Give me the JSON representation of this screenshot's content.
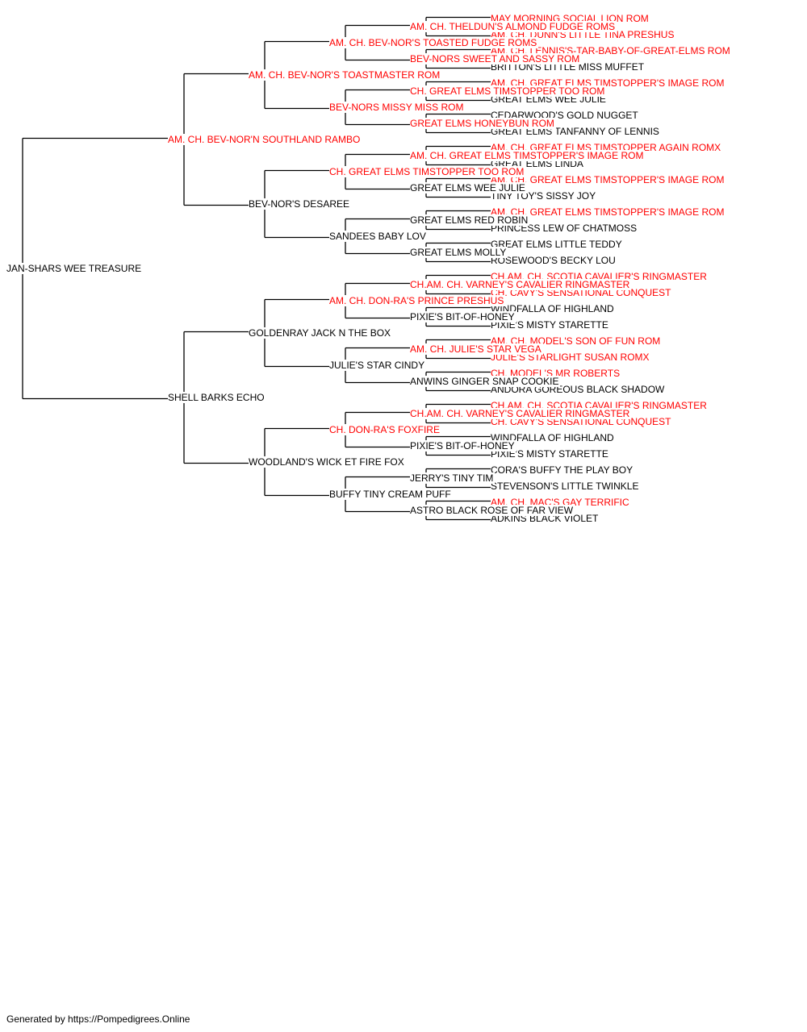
{
  "subject": "JAN-SHARS WEE TREASURE",
  "footer": "Generated by https://Pompedigrees.Online",
  "colors": {
    "champion": "#ff0000",
    "regular": "#000000",
    "line": "#000000",
    "background": "#ffffff"
  },
  "generations": {
    "parents": [
      {
        "name": "AM. CH. BEV-NOR'N SOUTHLAND RAMBO",
        "champion": true
      },
      {
        "name": "SHELL BARKS ECHO",
        "champion": false
      }
    ],
    "grandparents": [
      {
        "name": "AM. CH. BEV-NOR'S TOASTMASTER ROM",
        "champion": true
      },
      {
        "name": "BEV-NOR'S DESAREE",
        "champion": false
      },
      {
        "name": "GOLDENRAY JACK N THE BOX",
        "champion": false
      },
      {
        "name": "WOODLAND'S WICK ET FIRE FOX",
        "champion": false
      }
    ],
    "great_grandparents": [
      {
        "name": "AM. CH. BEV-NOR'S TOASTED FUDGE ROMS",
        "champion": true
      },
      {
        "name": "BEV-NORS MISSY MISS ROM",
        "champion": true
      },
      {
        "name": "CH. GREAT ELMS TIMSTOPPER TOO ROM",
        "champion": true
      },
      {
        "name": "SANDEES BABY LOV",
        "champion": false
      },
      {
        "name": "AM. CH. DON-RA'S PRINCE PRESHUS",
        "champion": true
      },
      {
        "name": "JULIE'S STAR CINDY",
        "champion": false
      },
      {
        "name": "CH. DON-RA'S FOXFIRE",
        "champion": true
      },
      {
        "name": "BUFFY TINY CREAM PUFF",
        "champion": false
      }
    ],
    "great_great_grandparents": [
      {
        "name": "AM. CH. THELDUN'S ALMOND FUDGE ROMS",
        "champion": true
      },
      {
        "name": "BEV-NORS SWEET AND SASSY ROM",
        "champion": true
      },
      {
        "name": "CH. GREAT ELMS TIMSTOPPER TOO ROM",
        "champion": true
      },
      {
        "name": "GREAT ELMS HONEYBUN ROM",
        "champion": true
      },
      {
        "name": "AM. CH. GREAT ELMS TIMSTOPPER'S IMAGE ROM",
        "champion": true
      },
      {
        "name": "GREAT ELMS WEE JULIE",
        "champion": false
      },
      {
        "name": "GREAT ELMS RED ROBIN",
        "champion": false
      },
      {
        "name": "GREAT ELMS MOLLY",
        "champion": false
      },
      {
        "name": "CH.AM. CH. VARNEY'S CAVALIER RINGMASTER",
        "champion": true
      },
      {
        "name": "PIXIE'S BIT-OF-HONEY",
        "champion": false
      },
      {
        "name": "AM. CH. JULIE'S STAR VEGA",
        "champion": true
      },
      {
        "name": "ANWINS GINGER SNAP COOKIE",
        "champion": false
      },
      {
        "name": "CH.AM. CH. VARNEY'S CAVALIER RINGMASTER",
        "champion": true
      },
      {
        "name": "PIXIE'S BIT-OF-HONEY",
        "champion": false
      },
      {
        "name": "JERRY'S TINY TIM",
        "champion": false
      },
      {
        "name": "ASTRO BLACK ROSE OF FAR VIEW",
        "champion": false
      }
    ],
    "fifth_generation": [
      {
        "name": "MAY MORNING SOCIAL LION ROM",
        "champion": true
      },
      {
        "name": "AM. CH. DUNN'S LITTLE TINA PRESHUS",
        "champion": true
      },
      {
        "name": "AM. CH. LENNIS'S-TAR-BABY-OF-GREAT-ELMS ROM",
        "champion": true
      },
      {
        "name": "BRITTON'S LITTLE MISS MUFFET",
        "champion": false
      },
      {
        "name": "AM. CH. GREAT ELMS TIMSTOPPER'S IMAGE ROM",
        "champion": true
      },
      {
        "name": "GREAT ELMS WEE JULIE",
        "champion": false
      },
      {
        "name": "CEDARWOOD'S GOLD NUGGET",
        "champion": false
      },
      {
        "name": "GREAT ELMS TANFANNY OF LENNIS",
        "champion": false
      },
      {
        "name": "AM. CH. GREAT ELMS TIMSTOPPER AGAIN ROMX",
        "champion": true
      },
      {
        "name": "GREAT ELMS LINDA",
        "champion": false
      },
      {
        "name": "AM. CH. GREAT ELMS TIMSTOPPER'S IMAGE ROM",
        "champion": true
      },
      {
        "name": "TINY TOY'S SISSY JOY",
        "champion": false
      },
      {
        "name": "AM. CH. GREAT ELMS TIMSTOPPER'S IMAGE ROM",
        "champion": true
      },
      {
        "name": "PRINCESS LEW OF CHATMOSS",
        "champion": false
      },
      {
        "name": "GREAT ELMS LITTLE TEDDY",
        "champion": false
      },
      {
        "name": "ROSEWOOD'S BECKY LOU",
        "champion": false
      },
      {
        "name": "CH.AM. CH. SCOTIA CAVALIER'S RINGMASTER",
        "champion": true
      },
      {
        "name": "CH. CAVY'S SENSATIONAL CONQUEST",
        "champion": true
      },
      {
        "name": "WINDFALLA OF HIGHLAND",
        "champion": false
      },
      {
        "name": "PIXIE'S MISTY STARETTE",
        "champion": false
      },
      {
        "name": "AM. CH. MODEL'S SON OF FUN ROM",
        "champion": true
      },
      {
        "name": "JULIE'S STARLIGHT SUSAN ROMX",
        "champion": true
      },
      {
        "name": "CH. MODEL'S MR ROBERTS",
        "champion": true
      },
      {
        "name": "ANDORA GOREOUS BLACK SHADOW",
        "champion": false
      },
      {
        "name": "CH.AM. CH. SCOTIA CAVALIER'S RINGMASTER",
        "champion": true
      },
      {
        "name": "CH. CAVY'S SENSATIONAL CONQUEST",
        "champion": true
      },
      {
        "name": "WINDFALLA OF HIGHLAND",
        "champion": false
      },
      {
        "name": "PIXIE'S MISTY STARETTE",
        "champion": false
      },
      {
        "name": "CORA'S BUFFY THE PLAY BOY",
        "champion": false
      },
      {
        "name": "STEVENSON'S LITTLE TWINKLE",
        "champion": false
      },
      {
        "name": "AM. CH. MAC'S GAY TERRIFIC",
        "champion": true
      },
      {
        "name": "ADKINS BLACK VIOLET",
        "champion": false
      }
    ]
  }
}
